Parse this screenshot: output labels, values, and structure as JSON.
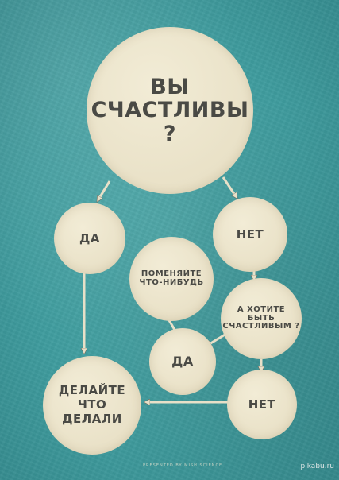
{
  "nodes": {
    "main": {
      "line1": "ВЫ",
      "line2": "СЧАСТЛИВЫ ?"
    },
    "yes1": {
      "label": "ДА"
    },
    "no1": {
      "label": "НЕТ"
    },
    "change": {
      "line1": "ПОМЕНЯЙТЕ",
      "line2": "ЧТО-НИБУДЬ"
    },
    "want": {
      "line1": "А ХОТИТЕ",
      "line2": "БЫТЬ",
      "line3": "СЧАСТЛИВЫМ ?"
    },
    "yes2": {
      "label": "ДА"
    },
    "no2": {
      "label": "НЕТ"
    },
    "keep": {
      "line1": "ДЕЛАЙТЕ",
      "line2": "ЧТО",
      "line3": "ДЕЛАЛИ"
    }
  },
  "footer": {
    "credit": "PRESENTED BY MISH SCIENCE…"
  },
  "watermark": {
    "text": "pikabu.ru"
  },
  "colors": {
    "background": "#3f9c9e",
    "circle": "#e9e1c7",
    "text": "#4a4a45",
    "arrow": "#e8e0c8"
  }
}
